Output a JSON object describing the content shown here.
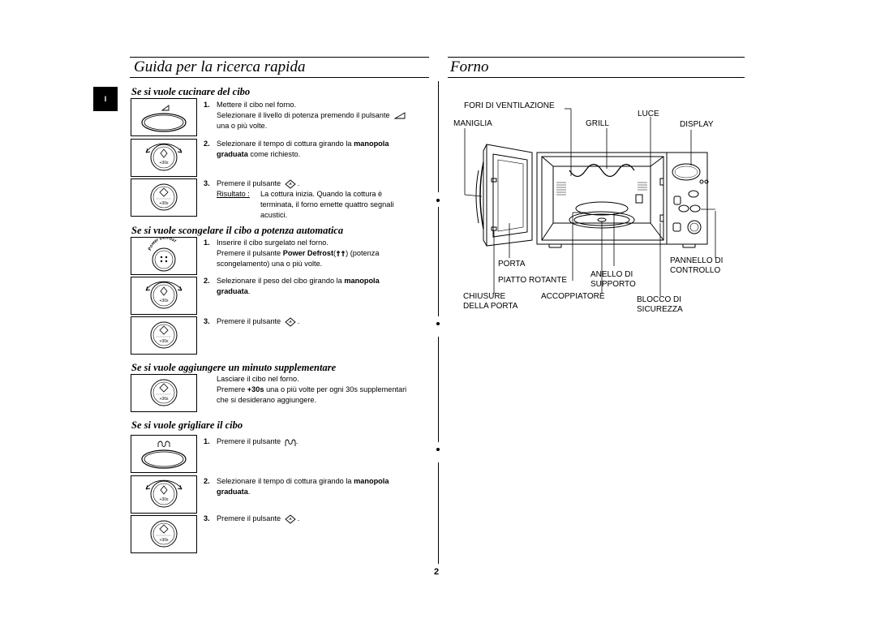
{
  "lang_tab": "I",
  "page_number": "2",
  "left": {
    "title": "Guida per la ricerca rapida",
    "sections": {
      "cook": {
        "heading": "Se si vuole cucinare del cibo",
        "s1_num": "1.",
        "s1_a": "Mettere il cibo nel forno.",
        "s1_b": "Selezionare il livello di potenza premendo il pulsante",
        "s1_c": "una o più volte.",
        "s2_num": "2.",
        "s2_a": "Selezionare il tempo di cottura girando la",
        "s2_b": "manopola",
        "s2_c": "graduata",
        "s2_d": "come richiesto.",
        "s3_num": "3.",
        "s3_a": "Premere il pulsante",
        "s3_dot": ".",
        "result_label": "Risultato :",
        "result_a": "La cottura inizia. Quando la cottura è",
        "result_b": "terminata, il forno emette quattro segnali",
        "result_c": "acustici."
      },
      "defrost": {
        "heading": "Se si vuole scongelare il cibo a potenza automatica",
        "s1_num": "1.",
        "s1_a": "Inserire il cibo surgelato nel forno.",
        "s1_b": "Premere il pulsante",
        "s1_btn": "Power Defrost",
        "s1_c": "(potenza",
        "s1_d": "scongelamento) una o più volte.",
        "s2_num": "2.",
        "s2_a": "Selezionare il peso del cibo girando la",
        "s2_b": "manopola",
        "s2_c": "graduata",
        "s2_d": ".",
        "s3_num": "3.",
        "s3_a": "Premere il pulsante",
        "s3_dot": ".",
        "icon_text": "Power Defrost"
      },
      "minute": {
        "heading": "Se si vuole aggiungere un minuto supplementare",
        "a": "Lasciare il cibo nel forno.",
        "b1": "Premere",
        "b2": "+30s",
        "b3": "una o più volte per ogni 30s supplementari",
        "c": "che si desiderano aggiungere."
      },
      "grill": {
        "heading": "Se si vuole grigliare il cibo",
        "s1_num": "1.",
        "s1_a": "Premere il pulsante",
        "s1_dot": ".",
        "s2_num": "2.",
        "s2_a": "Selezionare il tempo di cottura girando la",
        "s2_b": "manopola",
        "s2_c": "graduata",
        "s2_d": ".",
        "s3_num": "3.",
        "s3_a": "Premere il pulsante",
        "s3_dot": "."
      }
    },
    "knob_label": "+30s"
  },
  "right": {
    "title": "Forno",
    "labels": {
      "vent": "FORI DI VENTILAZIONE",
      "luce": "LUCE",
      "maniglia": "MANIGLIA",
      "grill": "GRILL",
      "display": "DISPLAY",
      "porta": "PORTA",
      "pannello1": "PANNELLO DI",
      "pannello2": "CONTROLLO",
      "anello1": "ANELLO DI",
      "anello2": "SUPPORTO",
      "piatto": "PIATTO ROTANTE",
      "chiusure1": "CHIUSURE",
      "chiusure2": "DELLA PORTA",
      "accopp": "ACCOPPIATORE",
      "blocco1": "BLOCCO DI",
      "blocco2": "SICUREZZA"
    }
  }
}
